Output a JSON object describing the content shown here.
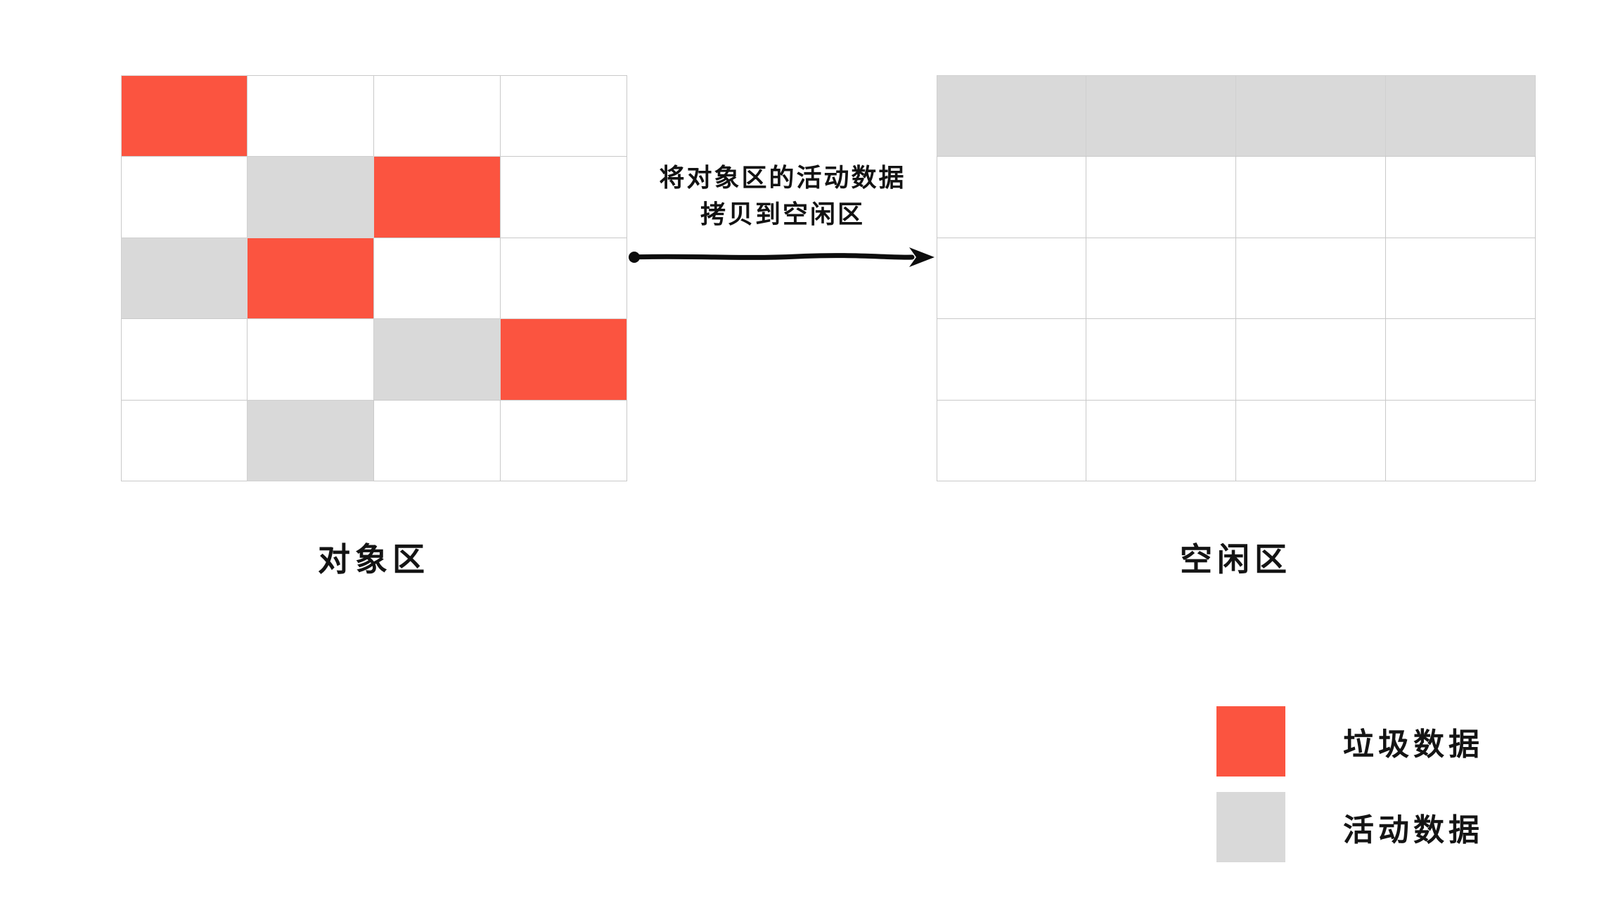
{
  "diagram": {
    "title": "copying-gc-object-area-to-free-area",
    "colors": {
      "garbage": "#FB5440",
      "active": "#D9D9D9",
      "empty": "#FFFFFF",
      "grid_line": "#C9C9C9",
      "text": "#141414",
      "background": "#FFFFFF"
    }
  },
  "left_region": {
    "caption": "对象区",
    "rows": 5,
    "cols": 4,
    "cells": [
      [
        "garbage",
        "empty",
        "empty",
        "empty"
      ],
      [
        "empty",
        "active",
        "garbage",
        "empty"
      ],
      [
        "active",
        "garbage",
        "empty",
        "empty"
      ],
      [
        "empty",
        "empty",
        "active",
        "garbage"
      ],
      [
        "empty",
        "active",
        "empty",
        "empty"
      ]
    ]
  },
  "right_region": {
    "caption": "空闲区",
    "rows": 5,
    "cols": 4,
    "cells": [
      [
        "active",
        "active",
        "active",
        "active"
      ],
      [
        "empty",
        "empty",
        "empty",
        "empty"
      ],
      [
        "empty",
        "empty",
        "empty",
        "empty"
      ],
      [
        "empty",
        "empty",
        "empty",
        "empty"
      ],
      [
        "empty",
        "empty",
        "empty",
        "empty"
      ]
    ]
  },
  "arrow": {
    "line1": "将对象区的活动数据",
    "line2": "拷贝到空闲区",
    "direction": "left-to-right"
  },
  "legend": {
    "items": [
      {
        "swatch": "garbage",
        "label": "垃圾数据",
        "color": "#FB5440"
      },
      {
        "swatch": "active",
        "label": "活动数据",
        "color": "#D9D9D9"
      }
    ]
  }
}
